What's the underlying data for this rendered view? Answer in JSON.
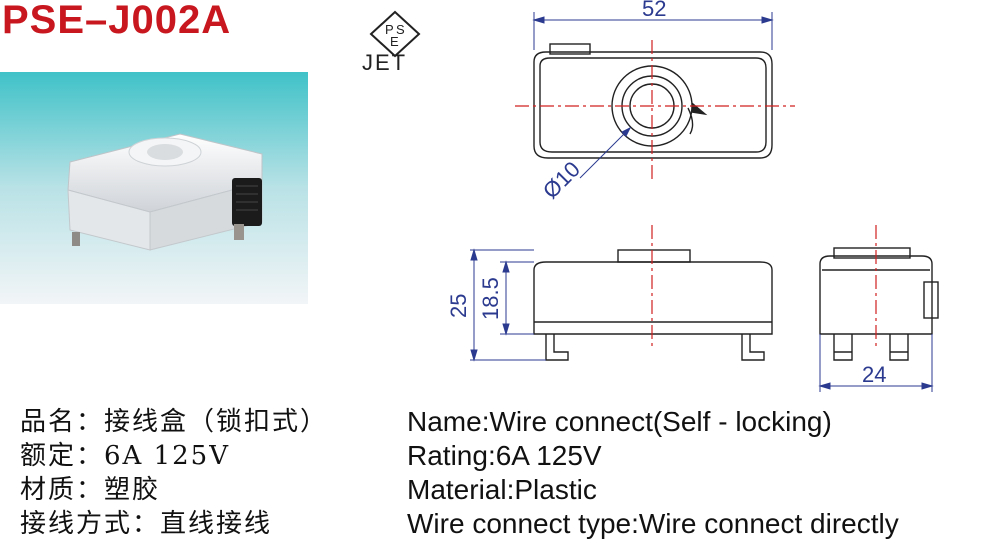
{
  "product": {
    "model": "PSE–J002A"
  },
  "certification": {
    "mark_letters": [
      "P",
      "S",
      "E"
    ],
    "agency": "JET"
  },
  "drawing": {
    "width_dim": "52",
    "diameter_dim": "Ø10",
    "height_total_dim": "25",
    "height_body_dim": "18.5",
    "depth_dim": "24"
  },
  "specs": {
    "zh": [
      "品名：接线盒（锁扣式）",
      "额定：6A 125V",
      "材质：塑胶",
      "接线方式：直线接线"
    ],
    "en": [
      "Name:Wire connect(Self - locking)",
      "Rating:6A 125V",
      "Material:Plastic",
      "Wire connect type:Wire connect directly"
    ]
  },
  "colors": {
    "title_red": "#c8171e",
    "dim_blue": "#2b3a8f",
    "centerline_red": "#d02020"
  }
}
